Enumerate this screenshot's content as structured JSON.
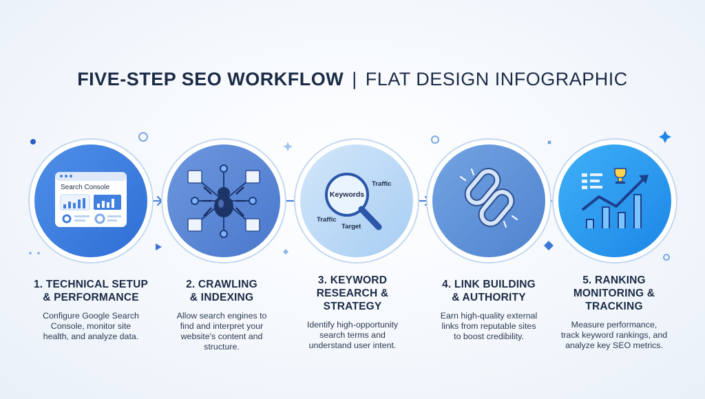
{
  "title": {
    "strong": "FIVE-STEP SEO WORKFLOW",
    "separator": "|",
    "light": "FLAT DESIGN INFOGRAPHIC"
  },
  "colors": {
    "step1": "#3f7fe0",
    "step2": "#5a86d6",
    "step3": "#b9d8f5",
    "step4": "#5f93d9",
    "step5": "#2a9bf0",
    "ring": "#bcd2ef",
    "arrow": "#3f7fe0"
  },
  "steps": [
    {
      "title": "1. TECHNICAL SETUP\n& PERFORMANCE",
      "desc": "Configure Google Search\nConsole, monitor site\nhealth, and analyze data.",
      "icon": "search-console-dashboard-icon",
      "icon_label": "Search Console"
    },
    {
      "title": "2. CRAWLING\n& INDEXING",
      "desc": "Allow search engines to\nfind and interpret your\nwebsite's content and\nstructure.",
      "icon": "spider-crawler-icon"
    },
    {
      "title": "3. KEYWORD\nRESEARCH &\nSTRATEGY",
      "desc": "Identify high-opportunity\nsearch terms and\nunderstand user intent.",
      "icon": "magnifier-keywords-icon",
      "icon_labels": {
        "keywords": "Keywords",
        "traffic_top": "Traffic",
        "traffic_left": "Traffic",
        "target": "Target"
      }
    },
    {
      "title": "4. LINK BUILDING\n& AUTHORITY",
      "desc": "Earn high-quality external\nlinks from reputable sites\nto boost credibility.",
      "icon": "chain-link-icon"
    },
    {
      "title": "5. RANKING\nMONITORING &\nTRACKING",
      "desc": "Measure performance,\ntrack keyword rankings, and\nanalyze key SEO metrics.",
      "icon": "trophy-growth-chart-icon"
    }
  ]
}
